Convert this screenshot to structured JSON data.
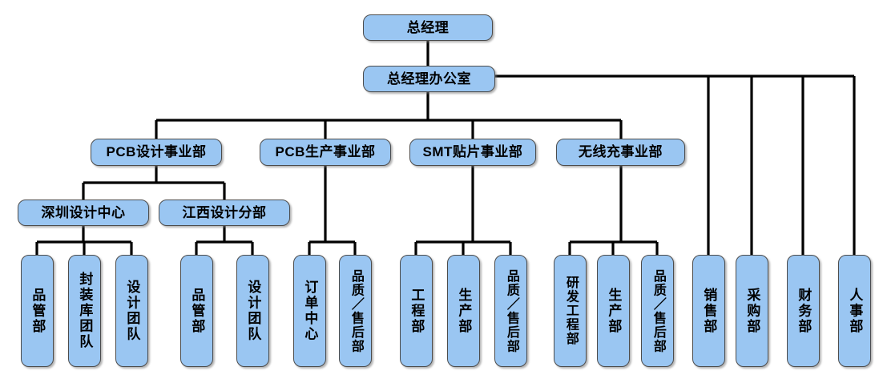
{
  "chart": {
    "title_text": "",
    "type": "organization-chart",
    "colors": {
      "node_fill": "#9ac6f2",
      "node_border": "#4c4c4c",
      "connector": "#000000",
      "background": "#ffffff",
      "text": "#000000"
    }
  },
  "nodes": {
    "ceo": {
      "label": "总经理",
      "orientation": "horizontal",
      "level": 0
    },
    "ceo_office": {
      "label": "总经理办公室",
      "orientation": "horizontal",
      "level": 1
    },
    "div_pcb_design": {
      "label": "PCB设计事业部",
      "orientation": "horizontal",
      "level": 2
    },
    "div_pcb_production": {
      "label": "PCB生产事业部",
      "orientation": "horizontal",
      "level": 2
    },
    "div_smt": {
      "label": "SMT贴片事业部",
      "orientation": "horizontal",
      "level": 2
    },
    "div_wireless": {
      "label": "无线充事业部",
      "orientation": "horizontal",
      "level": 2
    },
    "center_shenzhen": {
      "label": "深圳设计中心",
      "orientation": "horizontal",
      "level": 3
    },
    "center_jiangxi": {
      "label": "江西设计分部",
      "orientation": "horizontal",
      "level": 3
    },
    "sz_quality": {
      "label": "品管部",
      "orientation": "vertical",
      "level": 4
    },
    "sz_library": {
      "label": "封装库团队",
      "orientation": "vertical",
      "level": 4
    },
    "sz_design_team": {
      "label": "设计团队",
      "orientation": "vertical",
      "level": 4
    },
    "jx_quality": {
      "label": "品管部",
      "orientation": "vertical",
      "level": 4
    },
    "jx_design_team": {
      "label": "设计团队",
      "orientation": "vertical",
      "level": 4
    },
    "pcbp_order_center": {
      "label": "订单中心",
      "orientation": "vertical",
      "level": 4
    },
    "pcbp_quality_service": {
      "label": "品质／售后部",
      "orientation": "vertical",
      "level": 4
    },
    "smt_engineering": {
      "label": "工程部",
      "orientation": "vertical",
      "level": 4
    },
    "smt_production": {
      "label": "生产部",
      "orientation": "vertical",
      "level": 4
    },
    "smt_quality_service": {
      "label": "品质／售后部",
      "orientation": "vertical",
      "level": 4
    },
    "wl_rd_engineering": {
      "label": "研发工程部",
      "orientation": "vertical",
      "level": 4
    },
    "wl_production": {
      "label": "生产部",
      "orientation": "vertical",
      "level": 4
    },
    "wl_quality_service": {
      "label": "品质／售后部",
      "orientation": "vertical",
      "level": 4
    },
    "dept_sales": {
      "label": "销售部",
      "orientation": "vertical",
      "level": 4
    },
    "dept_purchasing": {
      "label": "采购部",
      "orientation": "vertical",
      "level": 4
    },
    "dept_finance": {
      "label": "财务部",
      "orientation": "vertical",
      "level": 4
    },
    "dept_hr": {
      "label": "人事部",
      "orientation": "vertical",
      "level": 4
    }
  },
  "hierarchy": {
    "root": "ceo",
    "edges": [
      {
        "from": "ceo",
        "to": "ceo_office"
      },
      {
        "from": "ceo_office",
        "to": "div_pcb_design"
      },
      {
        "from": "ceo_office",
        "to": "div_pcb_production"
      },
      {
        "from": "ceo_office",
        "to": "div_smt"
      },
      {
        "from": "ceo_office",
        "to": "div_wireless"
      },
      {
        "from": "ceo_office",
        "to": "dept_sales"
      },
      {
        "from": "ceo_office",
        "to": "dept_purchasing"
      },
      {
        "from": "ceo_office",
        "to": "dept_finance"
      },
      {
        "from": "ceo_office",
        "to": "dept_hr"
      },
      {
        "from": "div_pcb_design",
        "to": "center_shenzhen"
      },
      {
        "from": "div_pcb_design",
        "to": "center_jiangxi"
      },
      {
        "from": "center_shenzhen",
        "to": "sz_quality"
      },
      {
        "from": "center_shenzhen",
        "to": "sz_library"
      },
      {
        "from": "center_shenzhen",
        "to": "sz_design_team"
      },
      {
        "from": "center_jiangxi",
        "to": "jx_quality"
      },
      {
        "from": "center_jiangxi",
        "to": "jx_design_team"
      },
      {
        "from": "div_pcb_production",
        "to": "pcbp_order_center"
      },
      {
        "from": "div_pcb_production",
        "to": "pcbp_quality_service"
      },
      {
        "from": "div_smt",
        "to": "smt_engineering"
      },
      {
        "from": "div_smt",
        "to": "smt_production"
      },
      {
        "from": "div_smt",
        "to": "smt_quality_service"
      },
      {
        "from": "div_wireless",
        "to": "wl_rd_engineering"
      },
      {
        "from": "div_wireless",
        "to": "wl_production"
      },
      {
        "from": "div_wireless",
        "to": "wl_quality_service"
      }
    ]
  }
}
